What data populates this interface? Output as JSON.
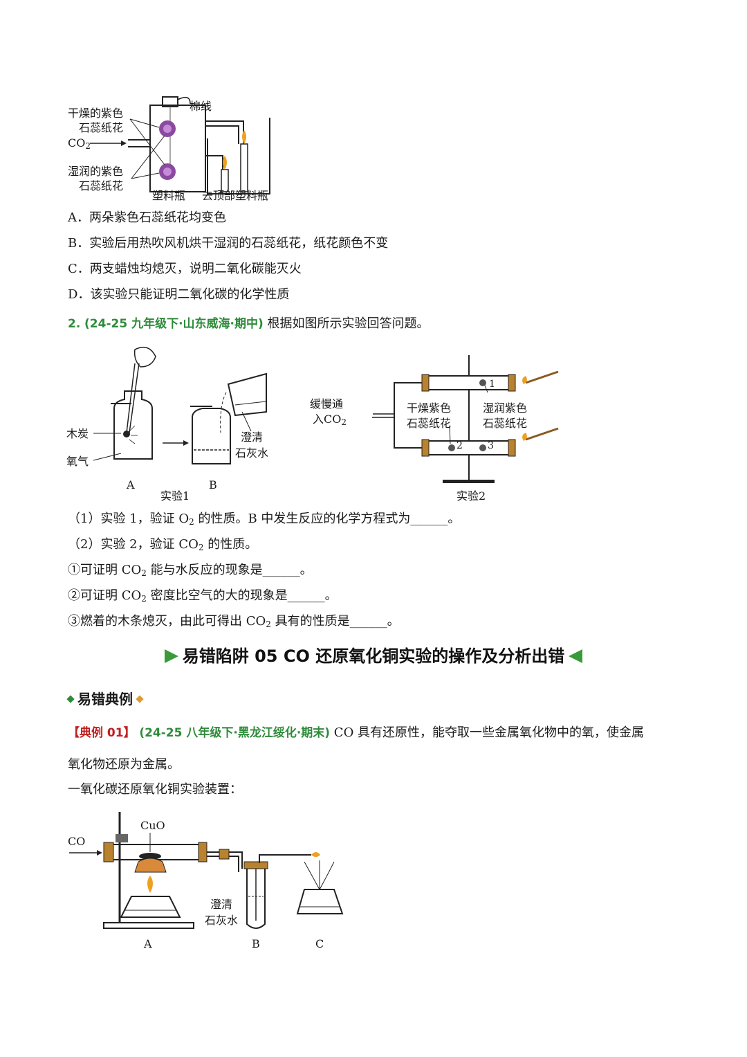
{
  "fig1": {
    "label_dry_1": "干燥的紫色",
    "label_dry_2": "石蕊纸花",
    "label_co2": "CO",
    "label_co2_sub": "2",
    "label_wet_1": "湿润的紫色",
    "label_wet_2": "石蕊纸花",
    "label_thread": "棉线",
    "label_bottle": "塑料瓶",
    "label_topless": "去顶部塑料瓶"
  },
  "options": {
    "a": "A．两朵紫色石蕊纸花均变色",
    "b": "B．实验后用热吹风机烘干湿润的石蕊纸花，纸花颜色不变",
    "c": "C．两支蜡烛均熄灭，说明二氧化碳能灭火",
    "d": "D．该实验只能证明二氧化碳的化学性质"
  },
  "q2": {
    "number": "2.",
    "source": "(24-25 九年级下·山东威海·期中)",
    "text": "根据如图所示实验回答问题。"
  },
  "fig2": {
    "charcoal": "木炭",
    "oxygen": "氧气",
    "label_A": "A",
    "label_B": "B",
    "limewater_1": "澄清",
    "limewater_2": "石灰水",
    "exp1": "实验1",
    "slow_1": "缓慢通",
    "slow_2": "入CO",
    "slow_sub": "2",
    "dry_1": "干燥紫色",
    "dry_2": "石蕊纸花",
    "wet_1": "湿润紫色",
    "wet_2": "石蕊纸花",
    "n1": "1",
    "n2": "2",
    "n3": "3",
    "exp2": "实验2"
  },
  "q2_parts": {
    "p1_a": "（1）实验 1，验证 O",
    "p1_sub": "2",
    "p1_b": " 的性质。B 中发生反应的化学方程式为______。",
    "p2_a": "（2）实验 2，验证 CO",
    "p2_sub": "2",
    "p2_b": " 的性质。",
    "c1_a": "①可证明 CO",
    "c1_sub": "2",
    "c1_b": " 能与水反应的现象是______。",
    "c2_a": "②可证明 CO",
    "c2_sub": "2",
    "c2_b": " 密度比空气的大的现象是______。",
    "c3_a": "③燃着的木条熄灭，由此可得出 CO",
    "c3_sub": "2",
    "c3_b": " 具有的性质是______。"
  },
  "section": {
    "title": "易错陷阱 05 CO 还原氧化铜实验的操作及分析出错",
    "sub_title": "易错典例"
  },
  "example": {
    "tag": "【典例 01】",
    "source": "(24-25 八年级下·黑龙江绥化·期末)",
    "text1": "CO 具有还原性，能夺取一些金属氧化物中的氧，使金属",
    "text2": "氧化物还原为金属。",
    "text3": "一氧化碳还原氧化铜实验装置："
  },
  "fig3": {
    "co": "CO",
    "cuo": "CuO",
    "limewater_1": "澄清",
    "limewater_2": "石灰水",
    "label_A": "A",
    "label_B": "B",
    "label_C": "C"
  },
  "colors": {
    "green": "#2e8b3a",
    "red": "#c0201e",
    "flower": "#8a4aa0",
    "flame": "#f0a020"
  }
}
